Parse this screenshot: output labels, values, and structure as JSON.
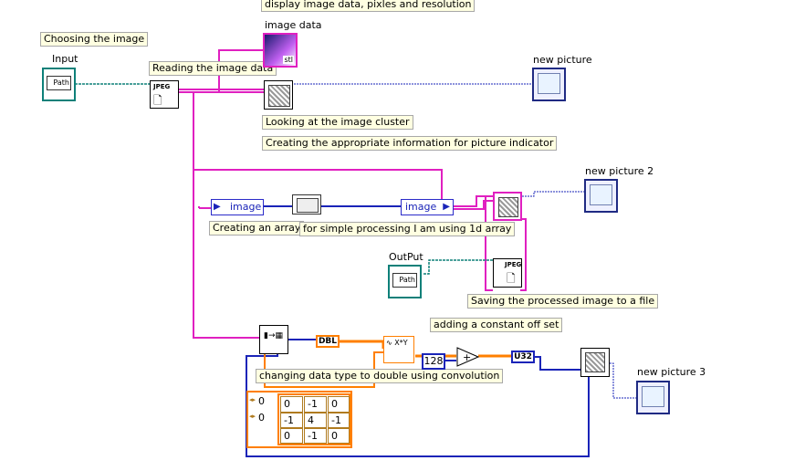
{
  "comments": {
    "display": "display image data, pixles and resolution",
    "choosing": "Choosing the image",
    "reading": "Reading the image data",
    "looking": "Looking at the image cluster",
    "creating_info": "Creating the appropriate information for picture indicator",
    "creating_array": "Creating an array",
    "simple_processing": "for simple processing I am using 1d array",
    "saving": "Saving the processed image to a file",
    "constant_offset": "adding a constant off set",
    "changing_type": "changing data type to double using convolution"
  },
  "labels": {
    "image_data": "image data",
    "input": "Input",
    "new_picture": "new picture",
    "new_picture_2": "new picture 2",
    "new_picture_3": "new picture 3",
    "output": "OutPut"
  },
  "terminals": {
    "path_text": "Path",
    "jpeg_text": "JPEG",
    "image_label": "image",
    "dbl_text": "DBL",
    "u32_text": "U32",
    "constant_value": "128",
    "add_symbol": "+",
    "image_data_partial": "stl"
  },
  "convolution": {
    "index_values": [
      "0",
      "0"
    ],
    "kernel": [
      [
        "0",
        "-1",
        "0"
      ],
      [
        "-1",
        "4",
        "-1"
      ],
      [
        "0",
        "-1",
        "0"
      ]
    ]
  },
  "colors": {
    "image_wire": "#e020c0",
    "path_wire": "#0e8079",
    "numeric_wire": "#1a24b8",
    "double_wire": "#ff7f00",
    "comment_bg": "#ffffe1"
  }
}
